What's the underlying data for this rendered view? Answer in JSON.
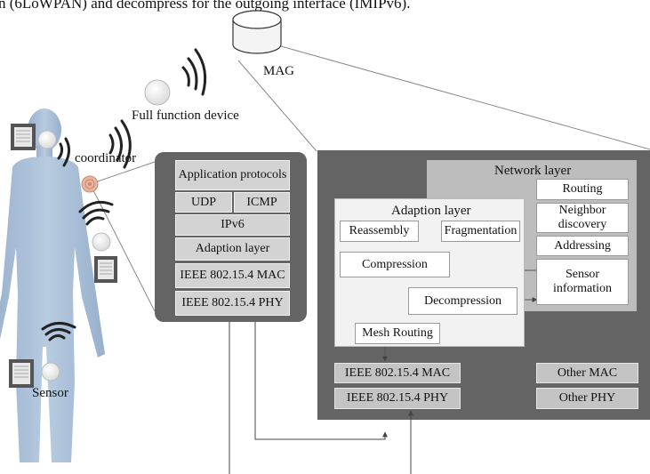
{
  "header_text": "n (6LoWPAN) and decompress for the outgoing interface (IMIPv6).",
  "labels": {
    "mag": "MAG",
    "full_function_device": "Full function device",
    "coordinator": "coordinator",
    "sensor": "Sensor"
  },
  "stack": {
    "application": "Application protocols",
    "udp": "UDP",
    "icmp": "ICMP",
    "ipv6": "IPv6",
    "adaption": "Adaption layer",
    "mac": "IEEE 802.15.4 MAC",
    "phy": "IEEE 802.15.4 PHY"
  },
  "gateway": {
    "network_layer": "Network layer",
    "routing": "Routing",
    "neighbor_discovery": "Neighbor discovery",
    "addressing": "Addressing",
    "sensor_information": "Sensor information",
    "adaption_layer": "Adaption layer",
    "reassembly": "Reassembly",
    "fragmentation": "Fragmentation",
    "compression": "Compression",
    "decompression": "Decompression",
    "mesh_routing": "Mesh Routing",
    "mac": "IEEE 802.15.4 MAC",
    "phy": "IEEE 802.15.4 PHY",
    "other_mac": "Other MAC",
    "other_phy": "Other  PHY"
  },
  "colors": {
    "stack_panel": "#646464",
    "gateway_panel": "#646464",
    "network_layer": "#bdbdbd",
    "body": "#a9bfd6",
    "wave": "#222222"
  }
}
